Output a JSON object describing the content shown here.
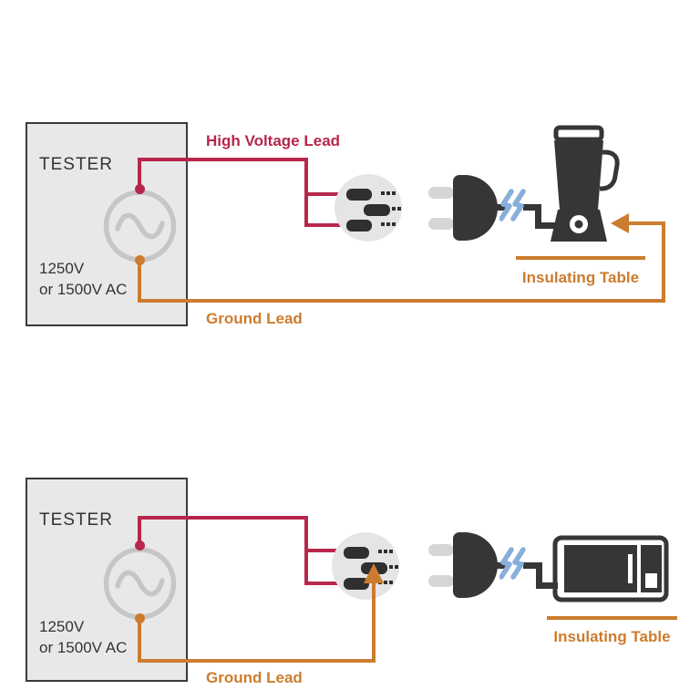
{
  "colors": {
    "high_voltage_red": "#b7274b",
    "ground_orange": "#cc7c2e",
    "cord_break_blue": "#87afd9",
    "appliance_dark": "#363636",
    "tester_fill": "#e9e8e8",
    "outlet_fill": "#e6e5e5",
    "source_symbol_gray": "#c6c6c6",
    "label_dark": "#333333"
  },
  "icons": {
    "ac_source": "ac-source-icon (circle with sine wave)",
    "outlet_face": "outlet-face-icon",
    "plug": "plug-icon",
    "cord_break": "cord-break-icon (blue double chevrons)",
    "top_appliance": "blender-icon",
    "bottom_appliance": "microwave-icon"
  },
  "diagram_top": {
    "tester_label": "TESTER",
    "voltage_line1": "1250V",
    "voltage_line2": "or 1500V AC",
    "high_voltage_lead_label": "High Voltage Lead",
    "ground_lead_label": "Ground Lead",
    "insulating_table_label": "Insulating Table"
  },
  "diagram_bottom": {
    "tester_label": "TESTER",
    "voltage_line1": "1250V",
    "voltage_line2": "or 1500V AC",
    "ground_lead_label": "Ground Lead",
    "insulating_table_label": "Insulating Table"
  }
}
